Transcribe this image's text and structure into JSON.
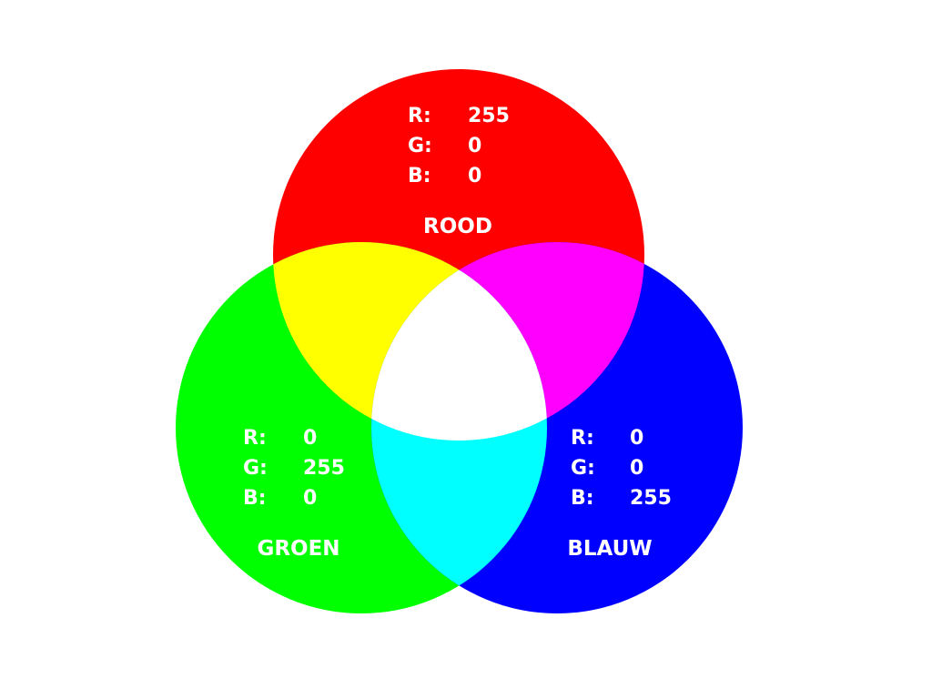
{
  "colors": {
    "red": "#FF0000",
    "green": "#00FF00",
    "blue": "#0000FF",
    "yellow": "#FFFF00",
    "magenta": "#FF00FF",
    "cyan": "#00FFFF",
    "white": "#FFFFFF",
    "text": "#FFFFFF",
    "background": "#FFFFFF"
  },
  "circles": {
    "red": {
      "name": "ROOD",
      "r_label": "R:",
      "r_value": "255",
      "g_label": "G:",
      "g_value": "0",
      "b_label": "B:",
      "b_value": "0"
    },
    "green": {
      "name": "GROEN",
      "r_label": "R:",
      "r_value": "0",
      "g_label": "G:",
      "g_value": "255",
      "b_label": "B:",
      "b_value": "0"
    },
    "blue": {
      "name": "BLAUW",
      "r_label": "R:",
      "r_value": "0",
      "g_label": "G:",
      "g_value": "0",
      "b_label": "B:",
      "b_value": "255"
    }
  }
}
